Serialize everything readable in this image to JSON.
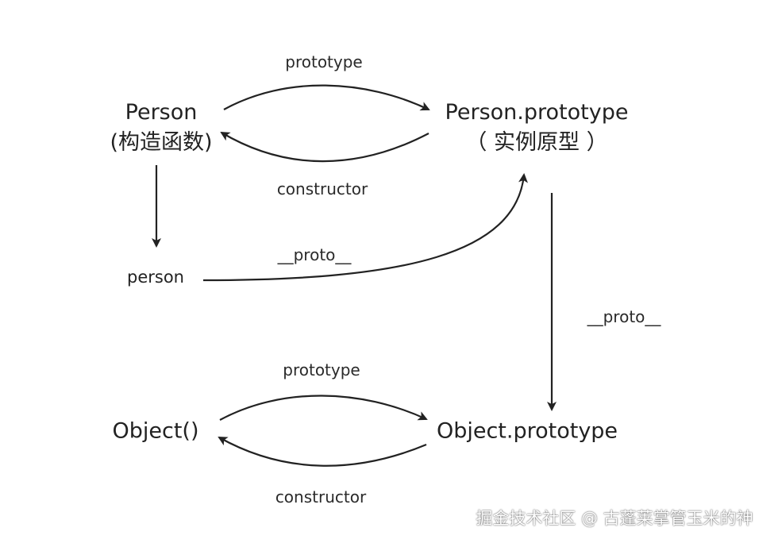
{
  "nodes": {
    "person_ctor": {
      "name": "Person",
      "sub": "(构造函数)"
    },
    "person_proto": {
      "name": "Person.prototype",
      "sub": "（ 实例原型 ）"
    },
    "instance": {
      "name": "person"
    },
    "object_ctor": {
      "name": "Object()"
    },
    "object_proto": {
      "name": "Object.prototype"
    }
  },
  "edges": {
    "prototype_top": "prototype",
    "constructor_top": "constructor",
    "proto_instance": "__proto__",
    "proto_chain": "__proto__",
    "prototype_bottom": "prototype",
    "constructor_bottom": "constructor"
  },
  "watermark": "掘金技术社区 @ 古蓬莱掌管玉米的神",
  "colors": {
    "stroke": "#222222",
    "text": "#222222"
  }
}
